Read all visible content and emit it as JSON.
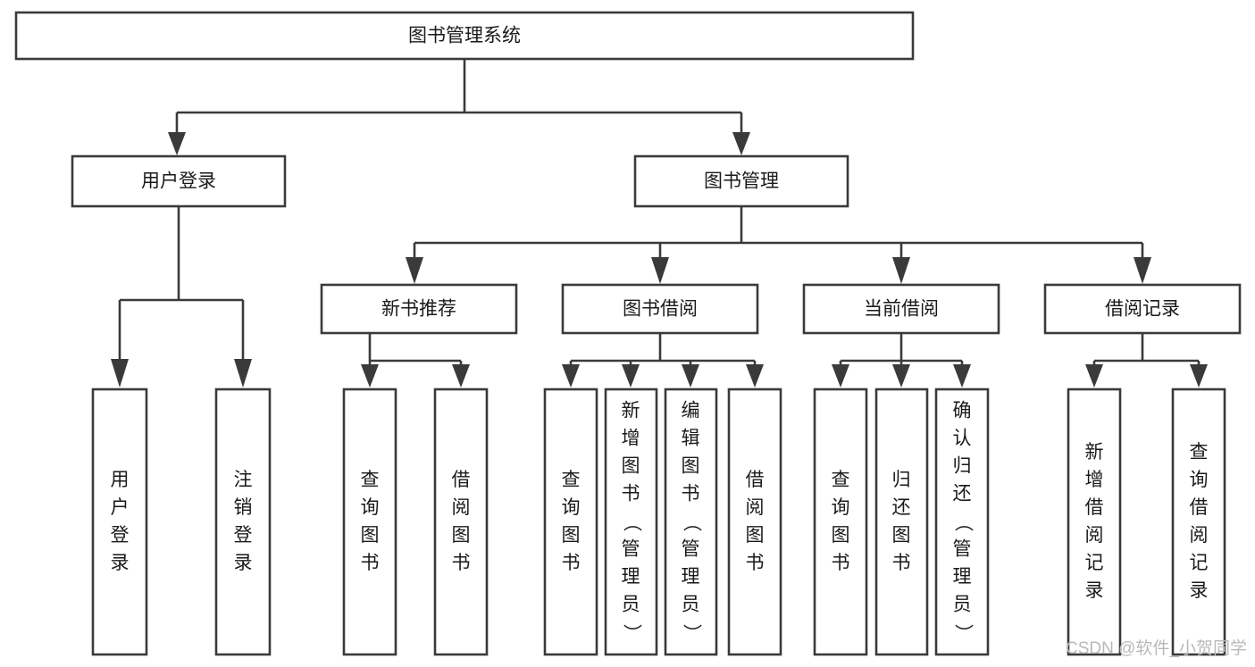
{
  "diagram": {
    "type": "tree-hierarchy",
    "title_node": {
      "id": "root",
      "label": "图书管理系统",
      "orientation": "horizontal"
    },
    "level2": [
      {
        "id": "user-login",
        "label": "用户登录",
        "orientation": "horizontal"
      },
      {
        "id": "book-management",
        "label": "图书管理",
        "orientation": "horizontal"
      }
    ],
    "level3": [
      {
        "id": "new-book-recommend",
        "label": "新书推荐",
        "orientation": "horizontal"
      },
      {
        "id": "book-borrow",
        "label": "图书借阅",
        "orientation": "horizontal"
      },
      {
        "id": "current-borrow",
        "label": "当前借阅",
        "orientation": "horizontal"
      },
      {
        "id": "borrow-record",
        "label": "借阅记录",
        "orientation": "horizontal"
      }
    ],
    "leaves": [
      {
        "id": "leaf-user-login",
        "label": "用户登录",
        "parent": "user-login",
        "orientation": "vertical"
      },
      {
        "id": "leaf-logout-login",
        "label": "注销登录",
        "parent": "user-login",
        "orientation": "vertical"
      },
      {
        "id": "leaf-query-book-1",
        "label": "查询图书",
        "parent": "new-book-recommend",
        "orientation": "vertical"
      },
      {
        "id": "leaf-borrow-book-1",
        "label": "借阅图书",
        "parent": "new-book-recommend",
        "orientation": "vertical"
      },
      {
        "id": "leaf-query-book-2",
        "label": "查询图书",
        "parent": "book-borrow",
        "orientation": "vertical"
      },
      {
        "id": "leaf-add-book",
        "label": "新增图书（管理员）",
        "parent": "book-borrow",
        "orientation": "vertical"
      },
      {
        "id": "leaf-edit-book",
        "label": "编辑图书（管理员）",
        "parent": "book-borrow",
        "orientation": "vertical"
      },
      {
        "id": "leaf-borrow-book-2",
        "label": "借阅图书",
        "parent": "book-borrow",
        "orientation": "vertical"
      },
      {
        "id": "leaf-query-book-3",
        "label": "查询图书",
        "parent": "current-borrow",
        "orientation": "vertical"
      },
      {
        "id": "leaf-return-book",
        "label": "归还图书",
        "parent": "current-borrow",
        "orientation": "vertical"
      },
      {
        "id": "leaf-confirm-return",
        "label": "确认归还（管理员）",
        "parent": "current-borrow",
        "orientation": "vertical"
      },
      {
        "id": "leaf-add-borrow-record",
        "label": "新增借阅记录",
        "parent": "borrow-record",
        "orientation": "vertical"
      },
      {
        "id": "leaf-query-borrow-record",
        "label": "查询借阅记录",
        "parent": "borrow-record",
        "orientation": "vertical"
      }
    ],
    "watermark": {
      "label": "CSDN @软件_小贺同学"
    },
    "colors": {
      "box_stroke": "#3a3a3a",
      "box_fill": "#ffffff",
      "text": "#1a1a1a",
      "connector": "#3a3a3a",
      "watermark": "#b9b9b9",
      "background": "#ffffff"
    }
  }
}
